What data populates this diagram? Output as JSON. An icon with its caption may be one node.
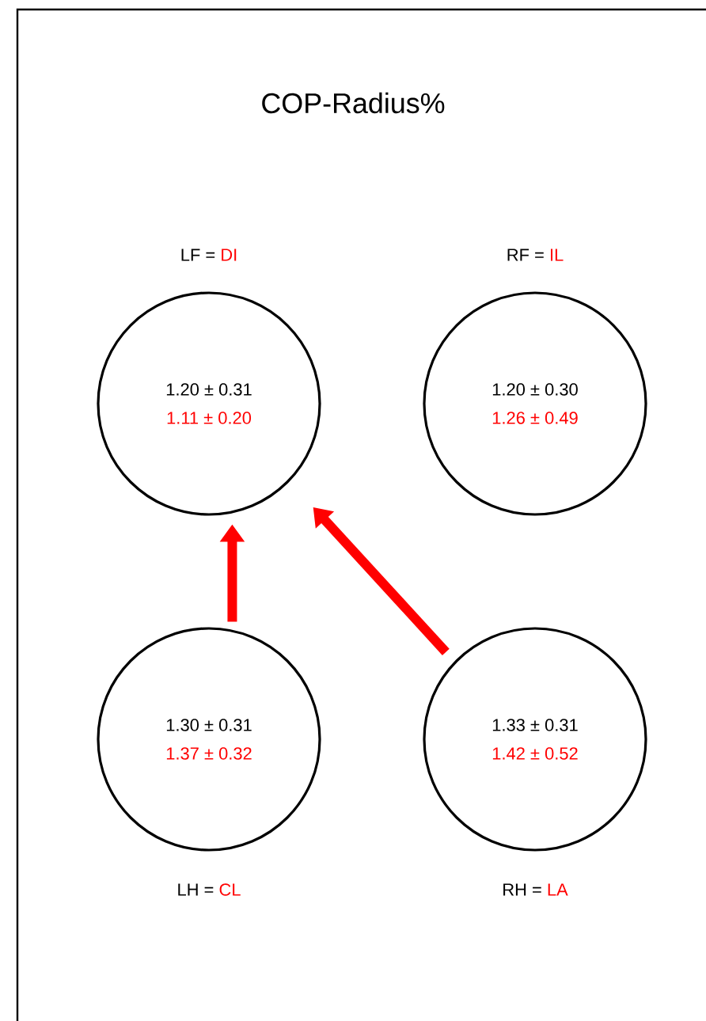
{
  "diagram": {
    "title": "COP-Radius%",
    "nodes": [
      {
        "text": [
          "LF =",
          "DI",
          "1.20 ± 0.31",
          "1.11 ± 0.20"
        ]
      },
      {
        "text": [
          "RF =",
          "IL",
          "1.20 ± 0.30",
          "1.26 ± 0.49"
        ]
      },
      {
        "text": [
          "1.30 ± 0.31",
          "1.37 ± 0.32",
          "LH =",
          "CL"
        ]
      },
      {
        "text": [
          "1.33 ± 0.31",
          "1.42 ± 0.52",
          "RH =",
          "LA"
        ]
      }
    ],
    "edges": [
      {
        "from": 2,
        "to": 0,
        "arrow": "to"
      },
      {
        "from": 3,
        "to": 0,
        "arrow": "to"
      }
    ]
  }
}
